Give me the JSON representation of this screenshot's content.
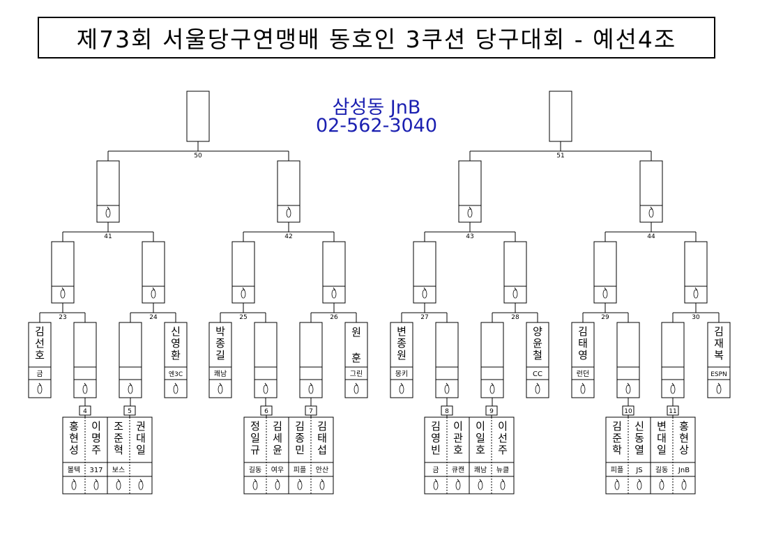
{
  "title": "제73회 서울당구연맹배 동호인 3쿠션 당구대회 - 예선4조",
  "venue": {
    "name": "삼성동 JnB",
    "phone": "02-562-3040"
  },
  "score_mark": "0",
  "brackets": {
    "final": [
      "50",
      "51"
    ],
    "semi": [
      "41",
      "42",
      "43",
      "44"
    ],
    "quarter": [
      "23",
      "24",
      "25",
      "26",
      "27",
      "28",
      "29",
      "30"
    ],
    "prelim": [
      "4",
      "5",
      "6",
      "7",
      "8",
      "9",
      "10",
      "11"
    ]
  },
  "seeds": [
    {
      "name": "김선호",
      "club": "금"
    },
    {
      "name": "신영환",
      "club": "엔3C"
    },
    {
      "name": "박종길",
      "club": "쾌남"
    },
    {
      "name": "원 훈",
      "club": "그린"
    },
    {
      "name": "변종원",
      "club": "몽키"
    },
    {
      "name": "양윤철",
      "club": "CC"
    },
    {
      "name": "김태영",
      "club": "런던"
    },
    {
      "name": "김재복",
      "club": "ESPN"
    }
  ],
  "players": [
    {
      "name": "홍현성",
      "club": "볼텍"
    },
    {
      "name": "이명주",
      "club": "317"
    },
    {
      "name": "조준혁",
      "club": "보스"
    },
    {
      "name": "권대일",
      "club": ""
    },
    {
      "name": "정일규",
      "club": "길동"
    },
    {
      "name": "김세윤",
      "club": "여우"
    },
    {
      "name": "김종민",
      "club": "피플"
    },
    {
      "name": "김태섭",
      "club": "안산"
    },
    {
      "name": "김영빈",
      "club": "금"
    },
    {
      "name": "이관호",
      "club": "큐캔"
    },
    {
      "name": "이일호",
      "club": "쾌남"
    },
    {
      "name": "이선주",
      "club": "뉴클"
    },
    {
      "name": "김준학",
      "club": "피플"
    },
    {
      "name": "신동열",
      "club": "JS"
    },
    {
      "name": "변대일",
      "club": "길동"
    },
    {
      "name": "홍현상",
      "club": "JnB"
    }
  ]
}
